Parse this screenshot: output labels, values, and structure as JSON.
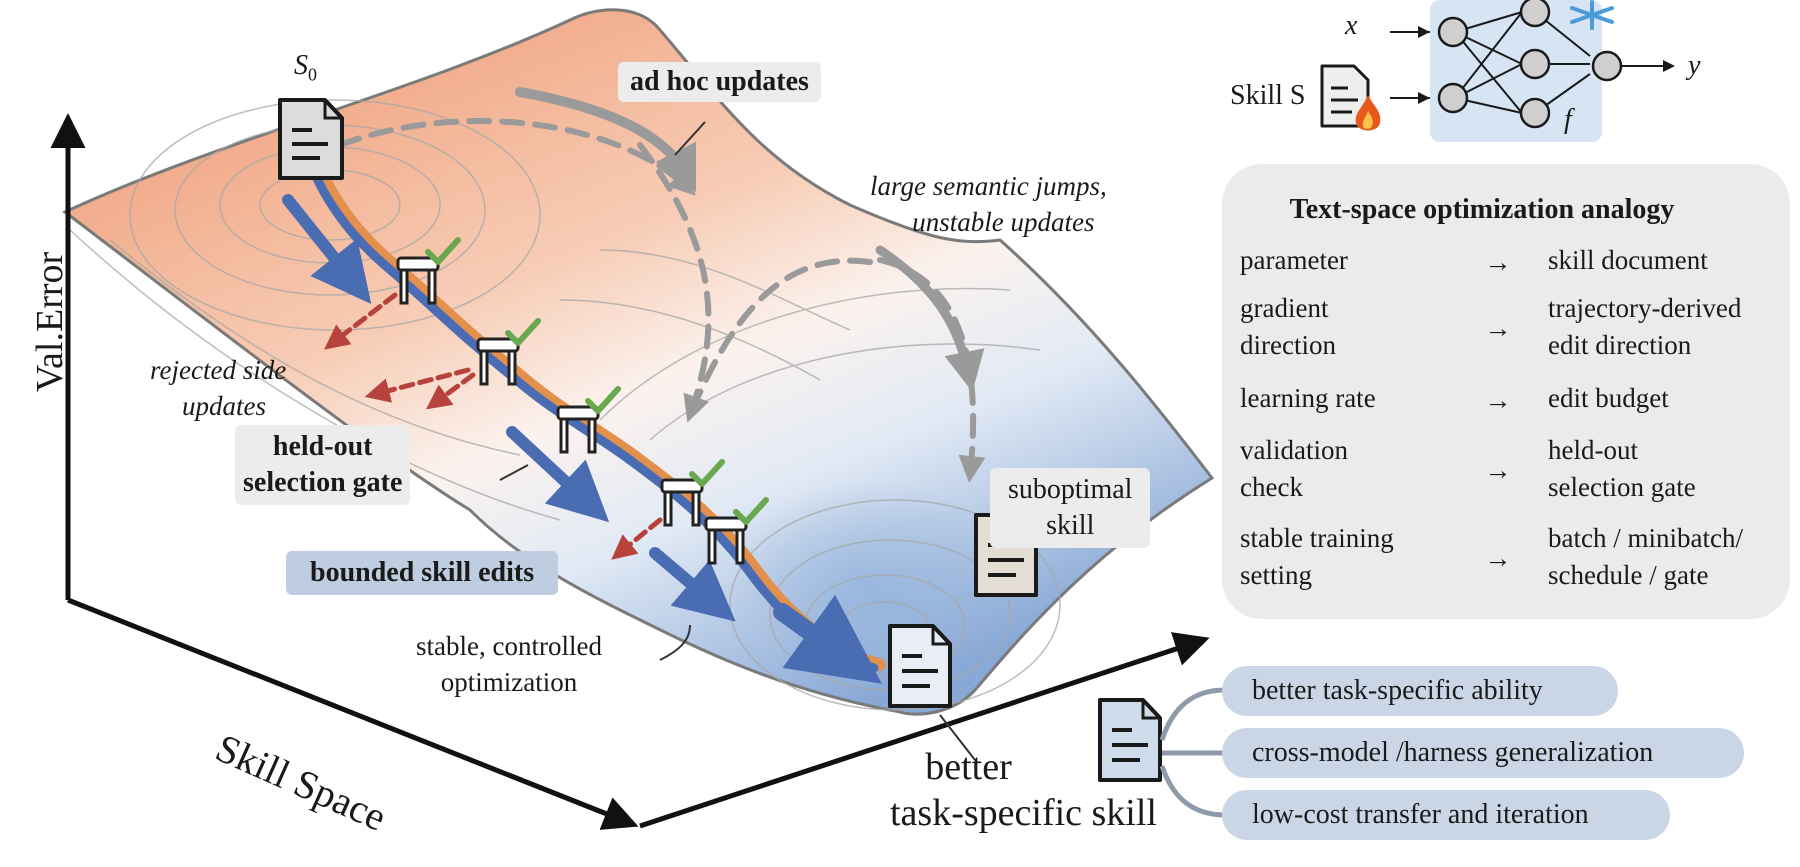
{
  "start_label": "S",
  "start_sub": "0",
  "axis_y_label": "Val.Error",
  "axis_x_label": "Skill Space",
  "callouts": {
    "ad_hoc": "ad hoc updates",
    "large_jumps_1": "large semantic jumps,",
    "large_jumps_2": "unstable updates",
    "rejected_1": "rejected side",
    "rejected_2": "updates",
    "gate_1": "held-out",
    "gate_2": "selection gate",
    "bounded": "bounded skill edits",
    "stable_1": "stable, controlled",
    "stable_2": "optimization",
    "subopt_1": "suboptimal",
    "subopt_2": "skill",
    "better_1": "better",
    "better_2": "task-specific skill"
  },
  "network": {
    "input_x": "x",
    "input_skill": "Skill S",
    "func": "f",
    "output_y": "y"
  },
  "analogy": {
    "title": "Text-space optimization analogy",
    "arrow": "→",
    "rows": [
      {
        "param": [
          "parameter"
        ],
        "text": [
          "skill document"
        ]
      },
      {
        "param": [
          "gradient",
          "direction"
        ],
        "text": [
          "trajectory-derived",
          "edit direction"
        ]
      },
      {
        "param": [
          "learning rate"
        ],
        "text": [
          "edit budget"
        ]
      },
      {
        "param": [
          "validation",
          "check"
        ],
        "text": [
          "held-out",
          "selection gate"
        ]
      },
      {
        "param": [
          "stable training",
          "setting"
        ],
        "text": [
          "batch / minibatch/",
          "schedule / gate"
        ]
      }
    ]
  },
  "benefits": [
    "better task-specific ability",
    "cross-model /harness generalization",
    "low-cost transfer and iteration"
  ],
  "colors": {
    "surface_top": "#f0a481",
    "surface_bottom": "#8fb0d9",
    "trajectory_blue": "#4a6cb3",
    "trajectory_orange": "#e2904c",
    "rejected_red": "#b8433c",
    "unstable_grey": "#9a9a9a",
    "check_green": "#6aa84f",
    "fire": "#e85a1b",
    "snow": "#4a9bd8"
  }
}
